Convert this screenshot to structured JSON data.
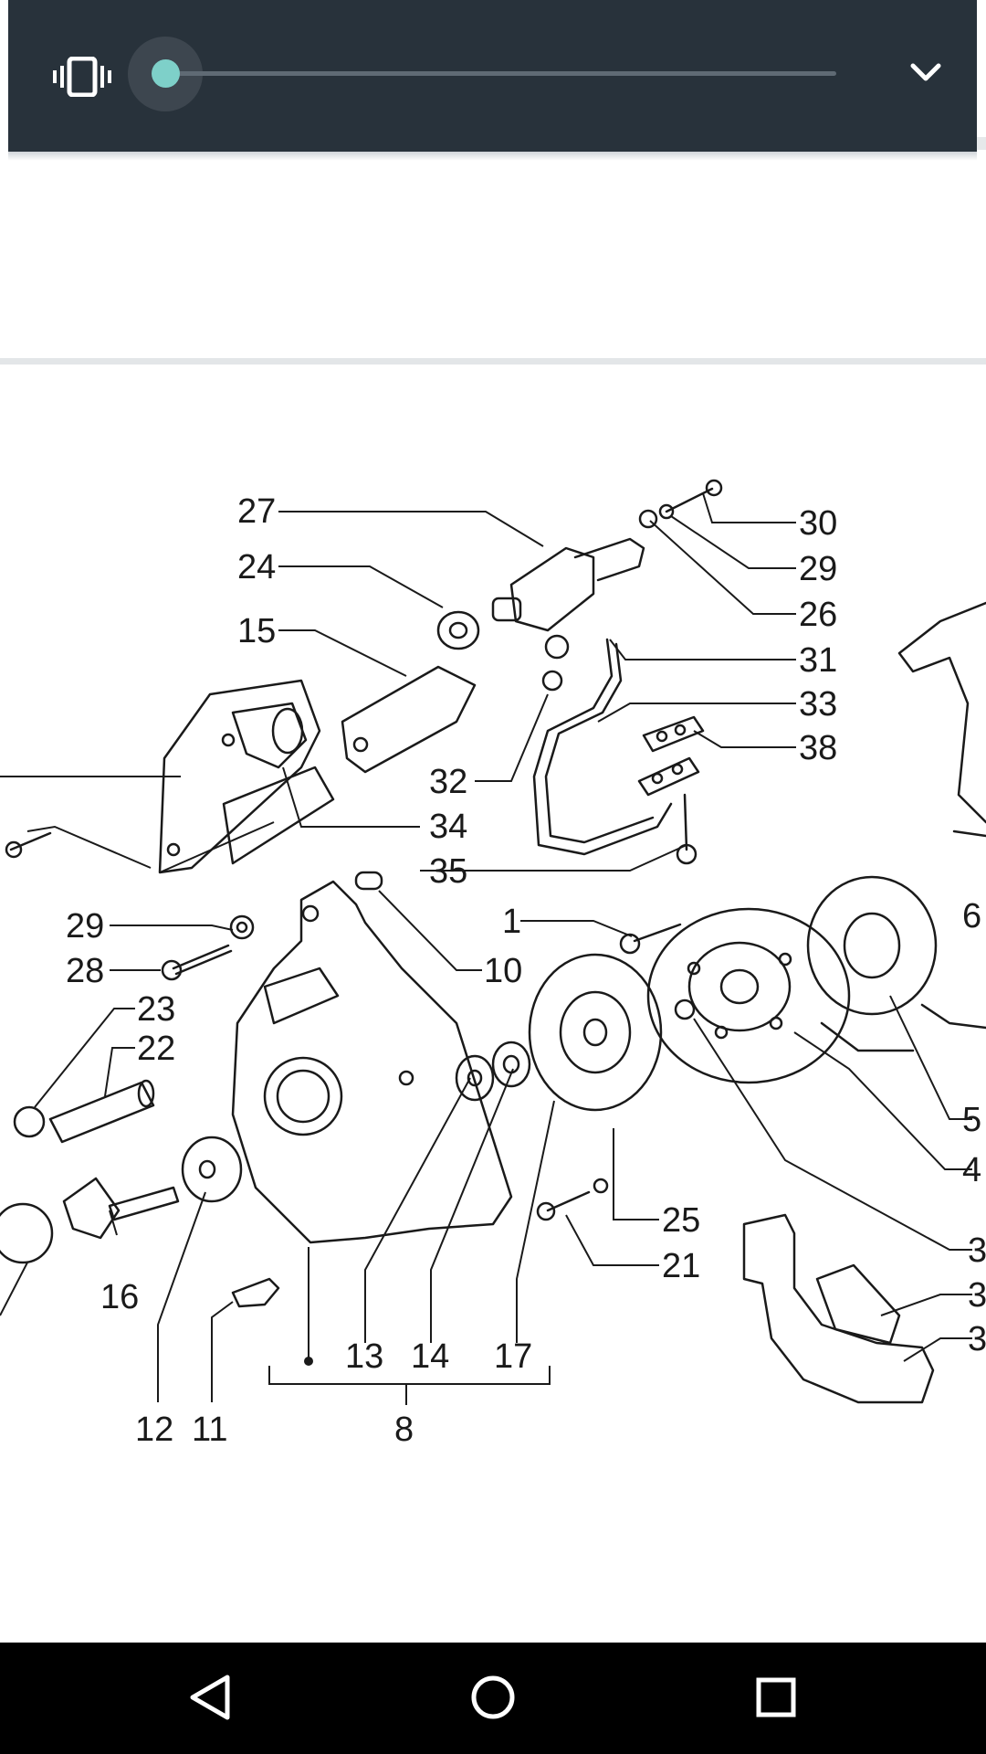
{
  "volume_panel": {
    "mode_icon": "vibrate-icon",
    "level_percent": 0,
    "expand_icon": "chevron-down-icon",
    "accent_color": "#7ed0c9",
    "background_color": "#28323b"
  },
  "diagram": {
    "labels": [
      "27",
      "24",
      "15",
      "30",
      "29",
      "26",
      "31",
      "33",
      "38",
      "32",
      "34",
      "35",
      "29",
      "28",
      "23",
      "22",
      "10",
      "1",
      "6",
      "5",
      "4",
      "3",
      "3",
      "3",
      "25",
      "21",
      "16",
      "13",
      "14",
      "17",
      "12",
      "11",
      "8"
    ]
  },
  "nav_bar": {
    "back_icon": "back-triangle-icon",
    "home_icon": "home-circle-icon",
    "recents_icon": "recents-square-icon"
  }
}
